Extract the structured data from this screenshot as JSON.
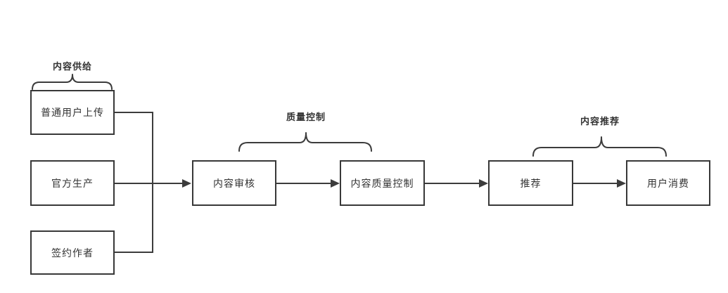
{
  "diagram": {
    "type": "flowchart",
    "background_color": "#ffffff",
    "stroke_color": "#3c3c3c",
    "node_fill_color": "#ffffff",
    "text_color": "#333333",
    "nodes": [
      {
        "label": "普通用户上传"
      },
      {
        "label": "官方生产"
      },
      {
        "label": "签约作者"
      },
      {
        "label": "内容审核"
      },
      {
        "label": "内容质量控制"
      },
      {
        "label": "推荐"
      },
      {
        "label": "用户消费"
      }
    ],
    "groups": [
      {
        "label": "内容供给"
      },
      {
        "label": "质量控制"
      },
      {
        "label": "内容推荐"
      }
    ],
    "edges": [
      {
        "from": "普通用户上传",
        "to": "内容审核"
      },
      {
        "from": "官方生产",
        "to": "内容审核"
      },
      {
        "from": "签约作者",
        "to": "内容审核"
      },
      {
        "from": "内容审核",
        "to": "内容质量控制"
      },
      {
        "from": "内容质量控制",
        "to": "推荐"
      },
      {
        "from": "推荐",
        "to": "用户消费"
      }
    ]
  }
}
